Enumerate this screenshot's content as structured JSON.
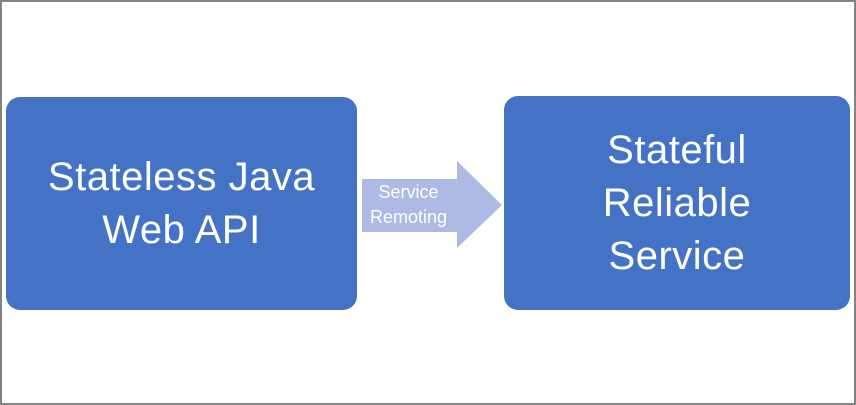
{
  "diagram": {
    "left_box": {
      "label": "Stateless Java Web API",
      "lines": [
        "Stateless Java",
        "Web API"
      ]
    },
    "arrow": {
      "label": "Service Remoting",
      "lines": [
        "Service",
        "Remoting"
      ],
      "direction": "right"
    },
    "right_box": {
      "label": "Stateful Reliable Service",
      "lines": [
        "Stateful",
        "Reliable",
        "Service"
      ]
    }
  },
  "colors": {
    "box_fill": "#4472C4",
    "arrow_fill": "#AEBAE3",
    "text": "#FFFFFF",
    "canvas_background": "#FFFFFF",
    "canvas_border": "#848484"
  }
}
